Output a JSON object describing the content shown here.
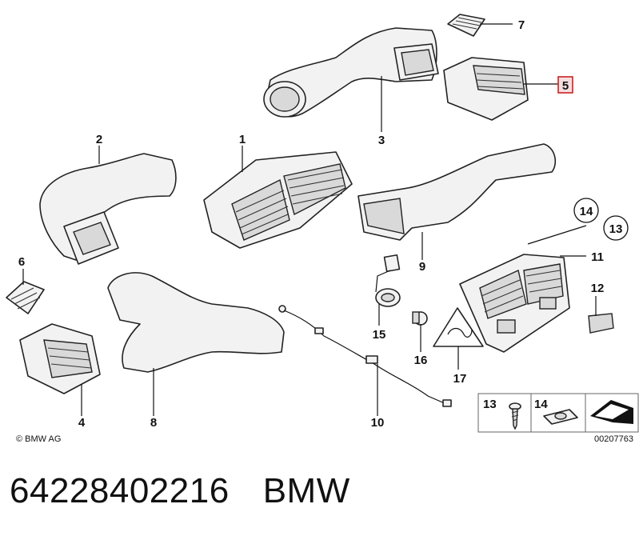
{
  "callouts": {
    "c1": "1",
    "c2": "2",
    "c3": "3",
    "c4": "4",
    "c5": "5",
    "c6": "6",
    "c7": "7",
    "c8": "8",
    "c9": "9",
    "c10": "10",
    "c11": "11",
    "c12": "12",
    "c13": "13",
    "c14": "14",
    "c15": "15",
    "c16": "16",
    "c17": "17"
  },
  "legend": {
    "l13": "13",
    "l14": "14"
  },
  "highlight_color": "#cc2222",
  "copyright": "© BMW AG",
  "doc_number": "00207763",
  "footer": {
    "part_number": "64228402216",
    "brand": "BMW"
  }
}
